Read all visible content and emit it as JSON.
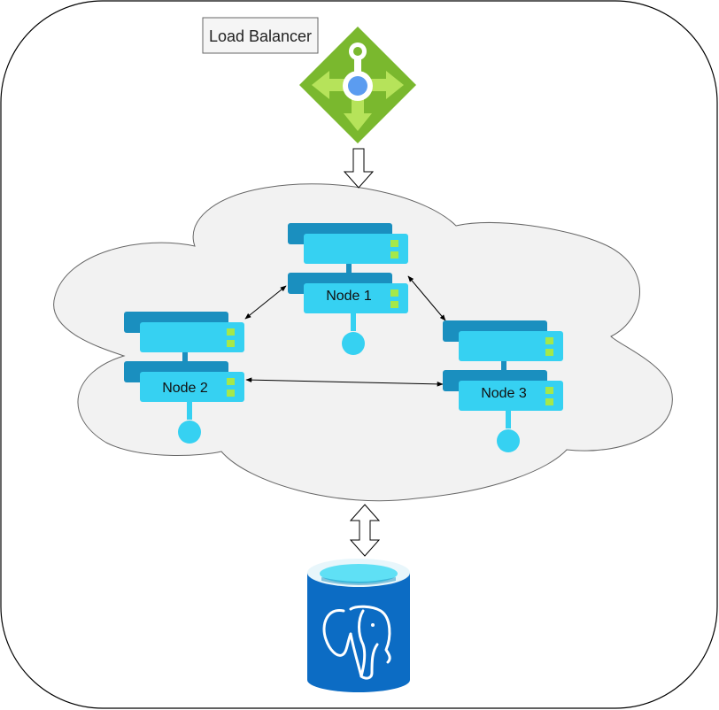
{
  "load_balancer": {
    "label": "Load Balancer"
  },
  "nodes": [
    {
      "label": "Node 1"
    },
    {
      "label": "Node 2"
    },
    {
      "label": "Node 3"
    }
  ],
  "colors": {
    "frame_stroke": "#000000",
    "cloud_fill": "#f2f2f2",
    "cloud_stroke": "#666666",
    "server_dark": "#1a8fbf",
    "server_light": "#36d1f2",
    "server_led": "#a5e84a",
    "lb_green": "#7ab82e",
    "lb_light": "#b6e35a",
    "lb_center": "#5b9cf0",
    "db_blue": "#0c6cc4",
    "db_top": "#5fe0f5"
  },
  "icons": {
    "load_balancer": "load-balancer-icon",
    "server": "server-icon",
    "database": "postgresql-database-icon"
  }
}
